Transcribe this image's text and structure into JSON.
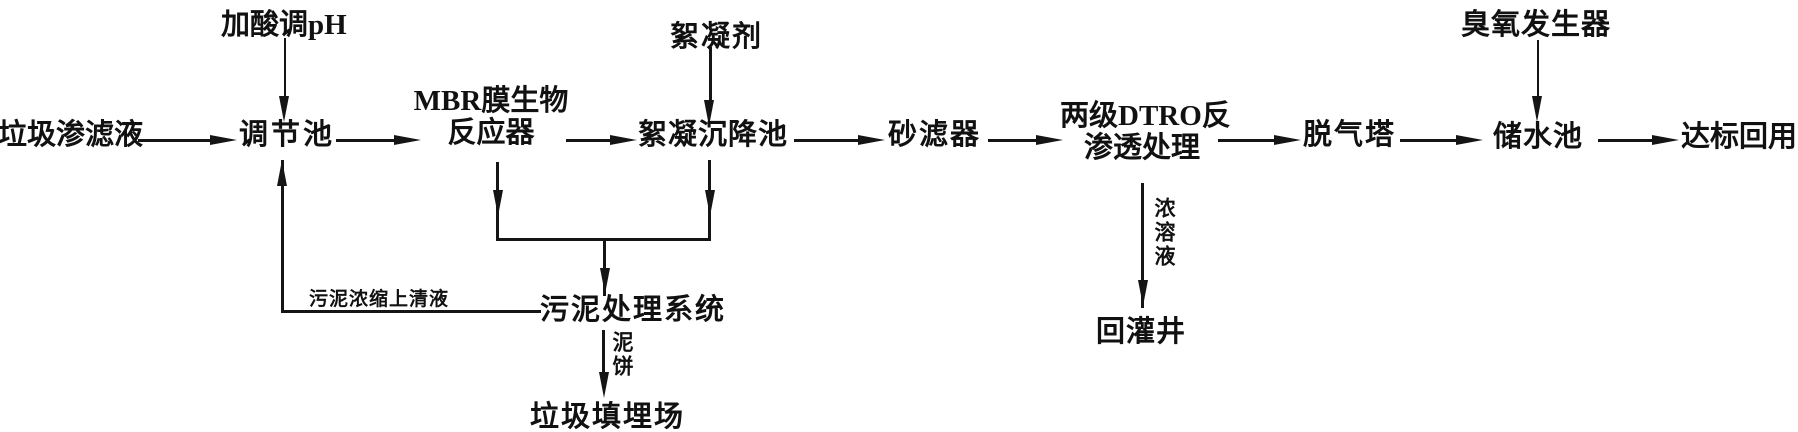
{
  "diagram_type": "process-flow-diagram",
  "language": "zh-CN",
  "colors": {
    "ink": "#111111",
    "background": "#ffffff"
  },
  "nodes": {
    "leachate": "垃圾渗滤液",
    "regulation_tank": "调节池",
    "mbr_line1": "MBR膜生物",
    "mbr_line2": "反应器",
    "flocculation_tank": "絮凝沉降池",
    "sand_filter": "砂滤器",
    "dtro_line1": "两级DTRO反",
    "dtro_line2": "渗透处理",
    "degassing_tower": "脱气塔",
    "storage_tank": "储水池",
    "reuse": "达标回用",
    "sludge_system": "污泥处理系统",
    "landfill": "垃圾填埋场",
    "reinjection_well": "回灌井"
  },
  "inputs": {
    "acid_ph": "加酸调pH",
    "flocculant": "絮凝剂",
    "ozone_generator": "臭氧发生器"
  },
  "edge_labels": {
    "supernatant": "污泥浓缩上清液",
    "mud_cake": "泥饼",
    "concentrate": "浓溶液"
  }
}
